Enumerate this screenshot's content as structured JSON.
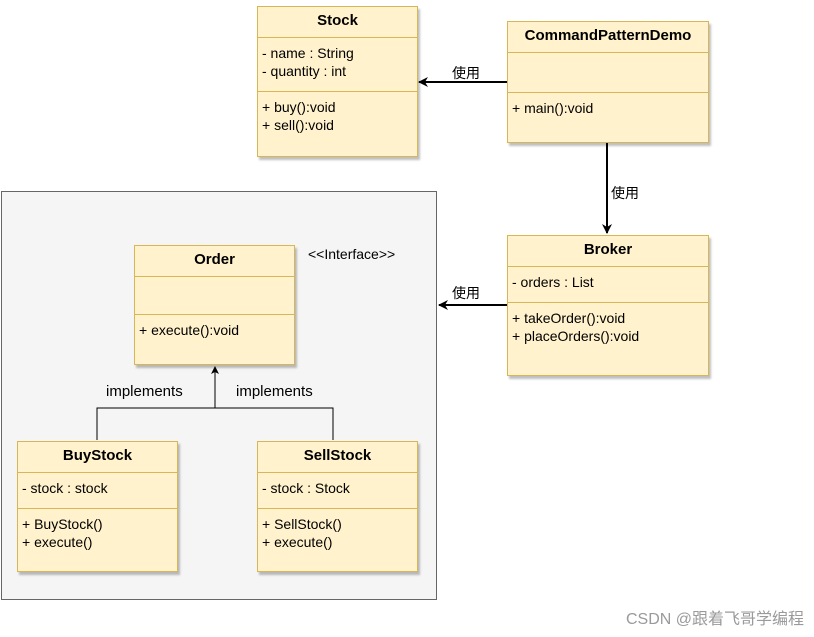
{
  "group": {},
  "classes": {
    "stock": {
      "name": "Stock",
      "attributes": [
        "- name : String",
        "- quantity : int"
      ],
      "methods": [
        "+ buy():void",
        "+ sell():void"
      ]
    },
    "demo": {
      "name": "CommandPatternDemo",
      "attributes": [],
      "methods": [
        "+ main():void"
      ]
    },
    "broker": {
      "name": "Broker",
      "attributes": [
        "- orders : List"
      ],
      "methods": [
        "+ takeOrder():void",
        "+ placeOrders():void"
      ]
    },
    "order": {
      "name": "Order",
      "stereotype": "<<Interface>>",
      "attributes": [],
      "methods": [
        "+ execute():void"
      ]
    },
    "buystock": {
      "name": "BuyStock",
      "attributes": [
        "- stock : stock"
      ],
      "methods": [
        "+ BuyStock()",
        "+ execute()"
      ]
    },
    "sellstock": {
      "name": "SellStock",
      "attributes": [
        "- stock : Stock"
      ],
      "methods": [
        "+ SellStock()",
        "+ execute()"
      ]
    }
  },
  "connectors": {
    "demo_stock": "使用",
    "demo_broker": "使用",
    "broker_group": "使用",
    "buy_impl": "implements",
    "sell_impl": "implements"
  },
  "watermark": "CSDN @跟着飞哥学编程"
}
